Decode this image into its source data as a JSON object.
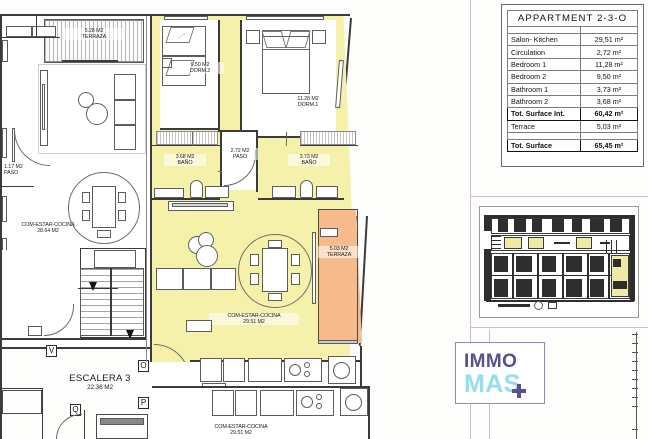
{
  "document": {
    "type": "architectural-floor-plan",
    "title": "APPARTMENT 2-3-O"
  },
  "info_table": {
    "title": "APPARTMENT 2-3-O",
    "rows": [
      {
        "label": "Salon- Kitchen",
        "value": "29,51 m²",
        "emphasis": false
      },
      {
        "label": "Circulation",
        "value": "2,72 m²",
        "emphasis": false
      },
      {
        "label": "Bedroom 1",
        "value": "11,28 m²",
        "emphasis": false
      },
      {
        "label": "Bedroom 2",
        "value": "9,50 m²",
        "emphasis": false
      },
      {
        "label": "Bathroom 1",
        "value": "3,73 m²",
        "emphasis": false
      },
      {
        "label": "Bathroom 2",
        "value": "3,68 m²",
        "emphasis": false
      },
      {
        "label": "Tot. Surface Int.",
        "value": "60,42 m²",
        "emphasis": true
      },
      {
        "label": "Terrace",
        "value": "5,03 m²",
        "emphasis": false
      },
      {
        "label": "Tot. Surface",
        "value": "65,45 m²",
        "emphasis": true
      }
    ]
  },
  "plan_labels": {
    "terrace_top": {
      "area": "5.28 M2",
      "name": "TERRAZA"
    },
    "paso_left": {
      "area": "1.17 M2",
      "name": "PASO"
    },
    "neighbour_left": {
      "name": "COM-ESTAR-COCINA",
      "area": "28.64 M2"
    },
    "bedroom_2": {
      "area": "9.50 M2",
      "name": "DORM.2"
    },
    "bedroom_1": {
      "area": "11.28 M2",
      "name": "DORM.1"
    },
    "bathroom_2": {
      "area": "3.68 M2",
      "name": "BAÑO"
    },
    "bathroom_1": {
      "area": "3.73 M2",
      "name": "BAÑO"
    },
    "paso_center": {
      "area": "2.72 M2",
      "name": "PASO"
    },
    "living_main": {
      "name": "COM-ESTAR-COCINA",
      "area": "29.51 M2"
    },
    "terrace_right": {
      "area": "5.03 M2",
      "name": "TERRAZA"
    },
    "stairs": {
      "name": "ESCALERA 3",
      "area": "22.36 M2"
    },
    "living_bottom": {
      "name": "COM-ESTAR-COCINA",
      "area": "29.51 M2"
    }
  },
  "door_markers": [
    {
      "letter": "V"
    },
    {
      "letter": "O"
    },
    {
      "letter": "P"
    },
    {
      "letter": "Q"
    }
  ],
  "logo": {
    "line1": "IMMO",
    "line2": "MAS",
    "plus": "+"
  },
  "colors": {
    "apartment_fill": "#f5f1ab",
    "terrace_fill": "#f6ba8b",
    "logo_purple": "#575194",
    "logo_cyan": "#92e0ef",
    "wall": "#3b3b3b",
    "guide_pink": "#d9b8cf"
  }
}
